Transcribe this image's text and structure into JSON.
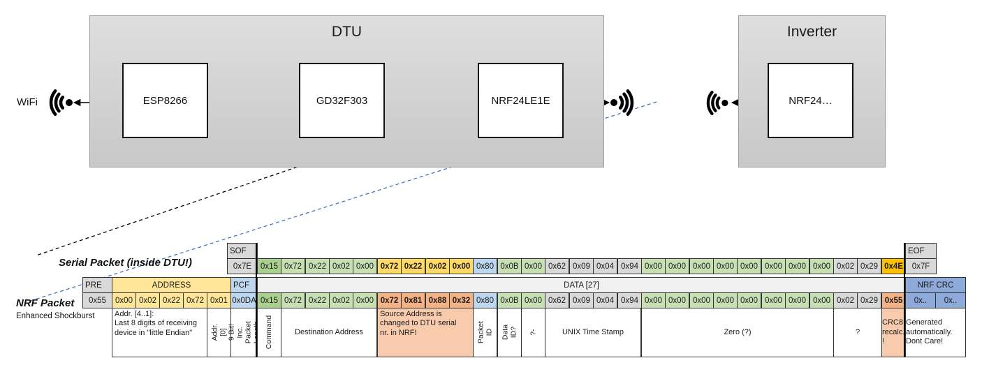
{
  "colors": {
    "gray": "#D9D9D9",
    "light_gray": "#F1F1F1",
    "green": "#C6E0B4",
    "green_dark": "#A9D08E",
    "gold": "#FFD966",
    "orange": "#FFC000",
    "blue_light": "#BDD7EE",
    "blue": "#8EAADB",
    "yellow": "#FFE699",
    "salmon": "#F4B183",
    "salmon_light": "#F8CBAD",
    "white": "#FFFFFF",
    "arrow_orange": "#ED7D31",
    "arrow_green": "#70AD47",
    "dashed_blue": "#4472C4",
    "dashed_black": "#000000"
  },
  "diagram": {
    "wifi_label": "WiFi",
    "dtu": {
      "title": "DTU",
      "chips": [
        "ESP8266",
        "GD32F303",
        "NRF24LE1E"
      ]
    },
    "inverter": {
      "title": "Inverter",
      "chip": "NRF24…"
    }
  },
  "serial_packet": {
    "label": "Serial Packet (inside DTU!)",
    "sof_header": "SOF",
    "eof_header": "EOF",
    "sof": "0x7E",
    "eof": "0x7F",
    "bytes": [
      {
        "v": "0x15",
        "c": "green_dark"
      },
      {
        "v": "0x72",
        "c": "green"
      },
      {
        "v": "0x22",
        "c": "green"
      },
      {
        "v": "0x02",
        "c": "green"
      },
      {
        "v": "0x00",
        "c": "green"
      },
      {
        "v": "0x72",
        "c": "gold",
        "bold": true
      },
      {
        "v": "0x22",
        "c": "gold",
        "bold": true
      },
      {
        "v": "0x02",
        "c": "gold",
        "bold": true
      },
      {
        "v": "0x00",
        "c": "gold",
        "bold": true
      },
      {
        "v": "0x80",
        "c": "blue_light"
      },
      {
        "v": "0x0B",
        "c": "green"
      },
      {
        "v": "0x00",
        "c": "green"
      },
      {
        "v": "0x62",
        "c": "gray"
      },
      {
        "v": "0x09",
        "c": "gray"
      },
      {
        "v": "0x04",
        "c": "gray"
      },
      {
        "v": "0x94",
        "c": "gray"
      },
      {
        "v": "0x00",
        "c": "green"
      },
      {
        "v": "0x00",
        "c": "green"
      },
      {
        "v": "0x00",
        "c": "green"
      },
      {
        "v": "0x00",
        "c": "green"
      },
      {
        "v": "0x00",
        "c": "green"
      },
      {
        "v": "0x00",
        "c": "green"
      },
      {
        "v": "0x00",
        "c": "green"
      },
      {
        "v": "0x00",
        "c": "green"
      },
      {
        "v": "0x02",
        "c": "gray"
      },
      {
        "v": "0x29",
        "c": "gray"
      },
      {
        "v": "0x4E",
        "c": "orange",
        "bold": true
      }
    ]
  },
  "nrf_packet": {
    "label": "NRF Packet",
    "sublabel": "Enhanced Shockburst",
    "headers": [
      {
        "t": "PRE",
        "cols": 1,
        "c": "gray"
      },
      {
        "t": "ADDRESS",
        "cols": 5,
        "c": "yellow",
        "center": true
      },
      {
        "t": "PCF",
        "cols": 1,
        "c": "blue_light"
      },
      {
        "t": "DATA [27]",
        "cols": 27,
        "c": "light_gray",
        "center": true
      },
      {
        "t": "NRF CRC",
        "cols": 2,
        "c": "blue",
        "center": true
      }
    ],
    "bytes": [
      {
        "v": "0x55",
        "c": "gray"
      },
      {
        "v": "0x00",
        "c": "yellow"
      },
      {
        "v": "0x02",
        "c": "yellow"
      },
      {
        "v": "0x22",
        "c": "yellow"
      },
      {
        "v": "0x72",
        "c": "yellow"
      },
      {
        "v": "0x01",
        "c": "yellow"
      },
      {
        "v": "0x0DA",
        "c": "blue_light"
      },
      {
        "v": "0x15",
        "c": "green_dark"
      },
      {
        "v": "0x72",
        "c": "green"
      },
      {
        "v": "0x22",
        "c": "green"
      },
      {
        "v": "0x02",
        "c": "green"
      },
      {
        "v": "0x00",
        "c": "green"
      },
      {
        "v": "0x72",
        "c": "salmon",
        "bold": true
      },
      {
        "v": "0x81",
        "c": "salmon",
        "bold": true
      },
      {
        "v": "0x88",
        "c": "salmon",
        "bold": true
      },
      {
        "v": "0x32",
        "c": "salmon",
        "bold": true
      },
      {
        "v": "0x80",
        "c": "blue_light"
      },
      {
        "v": "0x0B",
        "c": "green"
      },
      {
        "v": "0x00",
        "c": "green"
      },
      {
        "v": "0x62",
        "c": "gray"
      },
      {
        "v": "0x09",
        "c": "gray"
      },
      {
        "v": "0x04",
        "c": "gray"
      },
      {
        "v": "0x94",
        "c": "gray"
      },
      {
        "v": "0x00",
        "c": "green"
      },
      {
        "v": "0x00",
        "c": "green"
      },
      {
        "v": "0x00",
        "c": "green"
      },
      {
        "v": "0x00",
        "c": "green"
      },
      {
        "v": "0x00",
        "c": "green"
      },
      {
        "v": "0x00",
        "c": "green"
      },
      {
        "v": "0x00",
        "c": "green"
      },
      {
        "v": "0x00",
        "c": "green"
      },
      {
        "v": "0x02",
        "c": "gray"
      },
      {
        "v": "0x29",
        "c": "gray"
      },
      {
        "v": "0x55",
        "c": "salmon",
        "bold": true
      },
      {
        "v": "0x..",
        "c": "blue"
      },
      {
        "v": "0x..",
        "c": "blue"
      }
    ],
    "annotations": [
      {
        "t": "Addr. [4..1]:\nLast 8 digits of receiving\ndevice in \"little Endian\"",
        "col": 1,
        "cols": 4,
        "align": "left"
      },
      {
        "t": "Addr.[0]",
        "col": 5,
        "cols": 1,
        "vertical": true
      },
      {
        "t": "9 Bit!\nInc. Packet\nLength",
        "col": 6,
        "cols": 1,
        "vertical": true
      },
      {
        "t": "Command",
        "col": 7,
        "cols": 1,
        "vertical": true
      },
      {
        "t": "Destination Address",
        "col": 8,
        "cols": 4
      },
      {
        "t": "Source Address is\nchanged to DTU serial\nnr. in NRF!",
        "col": 12,
        "cols": 4,
        "c": "salmon_light",
        "align": "left"
      },
      {
        "t": "Packet ID",
        "col": 16,
        "cols": 1,
        "vertical": true
      },
      {
        "t": "Data ID?",
        "col": 17,
        "cols": 1,
        "vertical": true
      },
      {
        "t": "?-",
        "col": 18,
        "cols": 1,
        "vertical": true
      },
      {
        "t": "UNIX Time Stamp",
        "col": 19,
        "cols": 4
      },
      {
        "t": "Zero (?)",
        "col": 23,
        "cols": 8
      },
      {
        "t": "?",
        "col": 31,
        "cols": 2
      },
      {
        "t": "CRC8 recalc. !",
        "col": 33,
        "cols": 1,
        "c": "salmon_light"
      },
      {
        "t": "Generated automatically. Dont Care!",
        "col": 34,
        "cols": 2
      }
    ]
  }
}
